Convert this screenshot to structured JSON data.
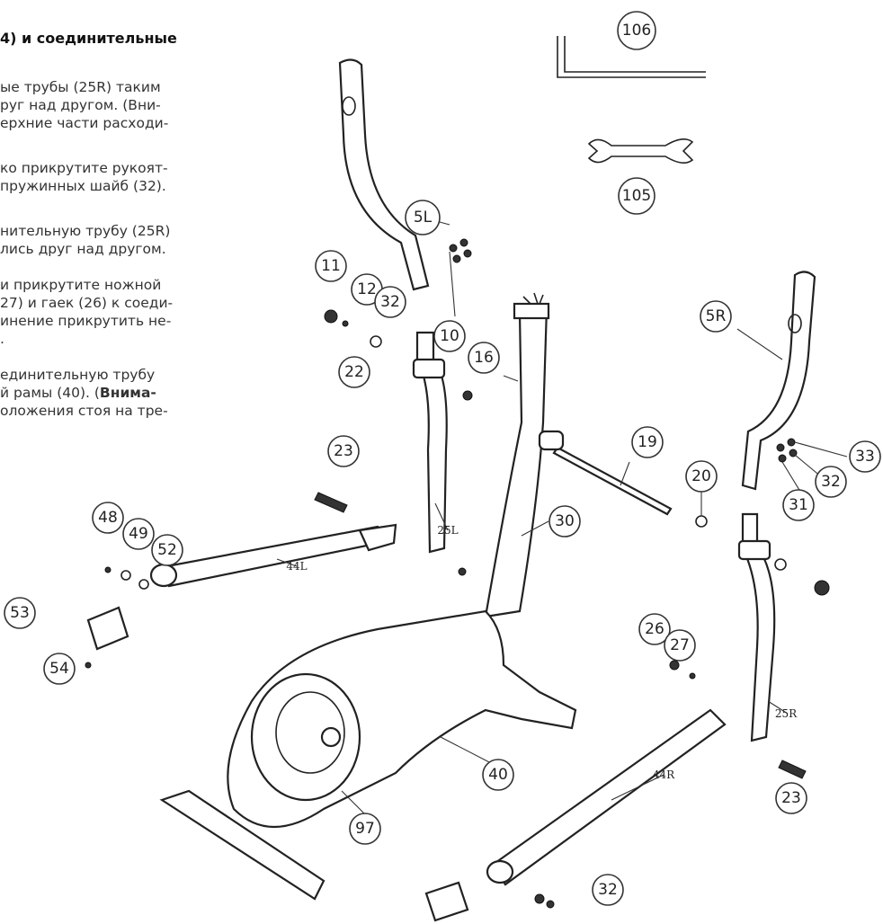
{
  "instructions": {
    "heading": "4) и соединительные",
    "lines": [
      "ые трубы (25R) таким",
      "руг над другом. (Вни-",
      "ерхние части расходи-",
      "ко прикрутите рукоят-",
      " пружинных шайб (32).",
      "нительную трубу (25R)",
      "лись друг над другом.",
      "и  прикрутите ножной",
      "27) и гаек (26) к соеди-",
      "инение прикрутить не-",
      ".",
      "единительную трубу",
      "й  рамы (40). (",
      "оложения стоя на тре-"
    ],
    "bold_fragment": "Внима-"
  },
  "part_labels": [
    "106",
    "105",
    "5L",
    "11",
    "12",
    "32",
    "10",
    "22",
    "16",
    "5R",
    "19",
    "33",
    "32",
    "31",
    "20",
    "23",
    "48",
    "49",
    "52",
    "25L",
    "30",
    "44L",
    "53",
    "54",
    "26",
    "27",
    "25R",
    "40",
    "23",
    "44R",
    "97",
    "32"
  ]
}
